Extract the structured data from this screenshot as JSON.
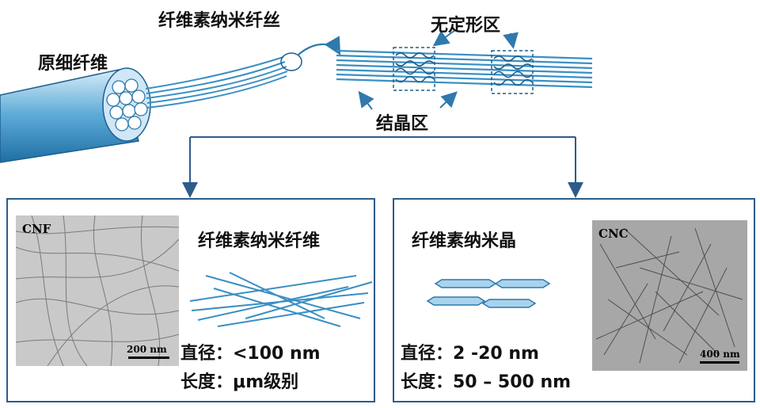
{
  "top": {
    "raw_fiber_label": "原细纤维",
    "nanofiber_bundle_label": "纤维素纳米纤丝",
    "amorphous_label": "无定形区",
    "crystalline_label": "结晶区"
  },
  "left_panel": {
    "title": "纤维素纳米纤维",
    "micro_label": "CNF",
    "scale_label": "200 nm",
    "diameter_line": "直径：<100 nm",
    "length_line": "长度：μm级别"
  },
  "right_panel": {
    "title": "纤维素纳米晶",
    "micro_label": "CNC",
    "scale_label": "400 nm",
    "diameter_line": "直径：2 -20 nm",
    "length_line": "长度：50 – 500 nm"
  },
  "colors": {
    "accent_blue": "#3a8fc4",
    "light_blue": "#a9d3ec",
    "frame_blue": "#2d5c8a",
    "micro_gray": "#b8b8b8"
  }
}
